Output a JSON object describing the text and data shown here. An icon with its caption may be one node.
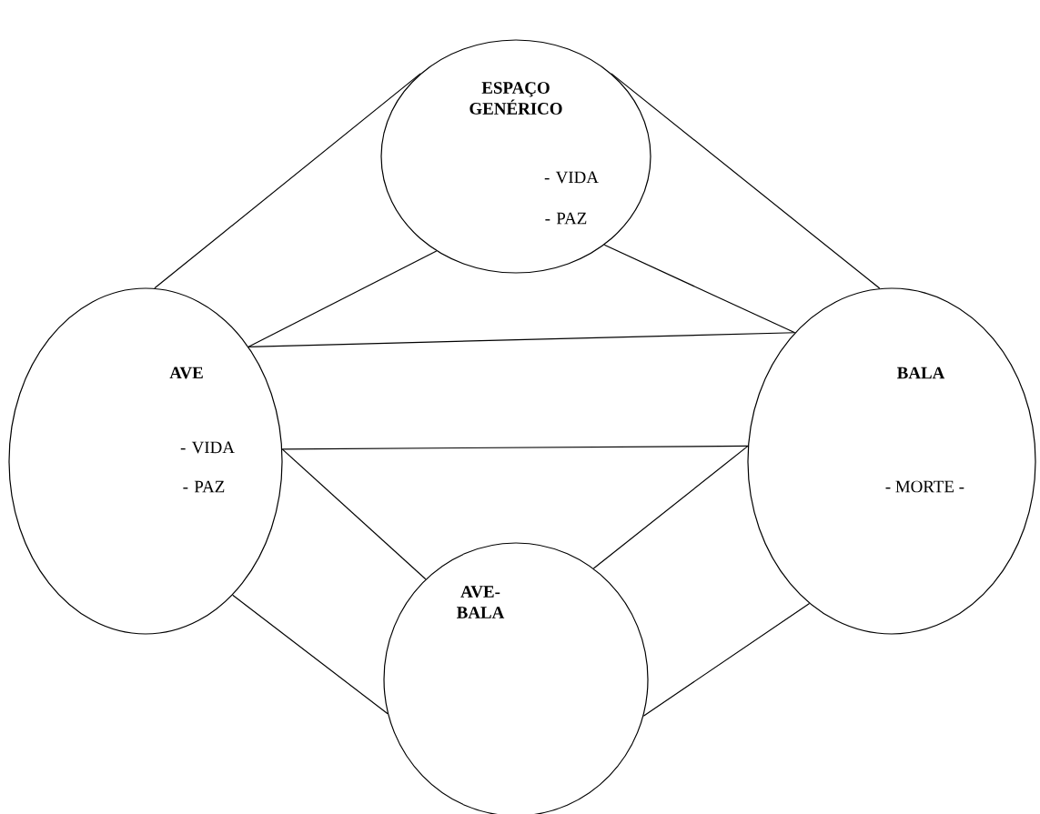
{
  "diagram": {
    "nodes": [
      {
        "text": [
          "ESPAÇO GENÉRICO",
          "- VIDA",
          "- PAZ"
        ]
      },
      {
        "text": [
          "AVE",
          "- VIDA",
          "- PAZ"
        ]
      },
      {
        "text": [
          "BALA",
          "- MORTE -"
        ]
      },
      {
        "text": [
          "AVE-BALA"
        ]
      }
    ],
    "edges": [
      {
        "from": 1,
        "to": 0,
        "arrow": "none"
      },
      {
        "from": 0,
        "to": 2,
        "arrow": "none"
      },
      {
        "from": 0,
        "to": 1,
        "arrow": "none"
      },
      {
        "from": 0,
        "to": 2,
        "arrow": "none"
      },
      {
        "from": 1,
        "to": 2,
        "arrow": "none"
      },
      {
        "from": 1,
        "to": 2,
        "arrow": "none"
      },
      {
        "from": 1,
        "to": 3,
        "arrow": "none"
      },
      {
        "from": 2,
        "to": 3,
        "arrow": "none"
      },
      {
        "from": 1,
        "to": 3,
        "arrow": "none"
      },
      {
        "from": 2,
        "to": 3,
        "arrow": "none"
      }
    ]
  }
}
